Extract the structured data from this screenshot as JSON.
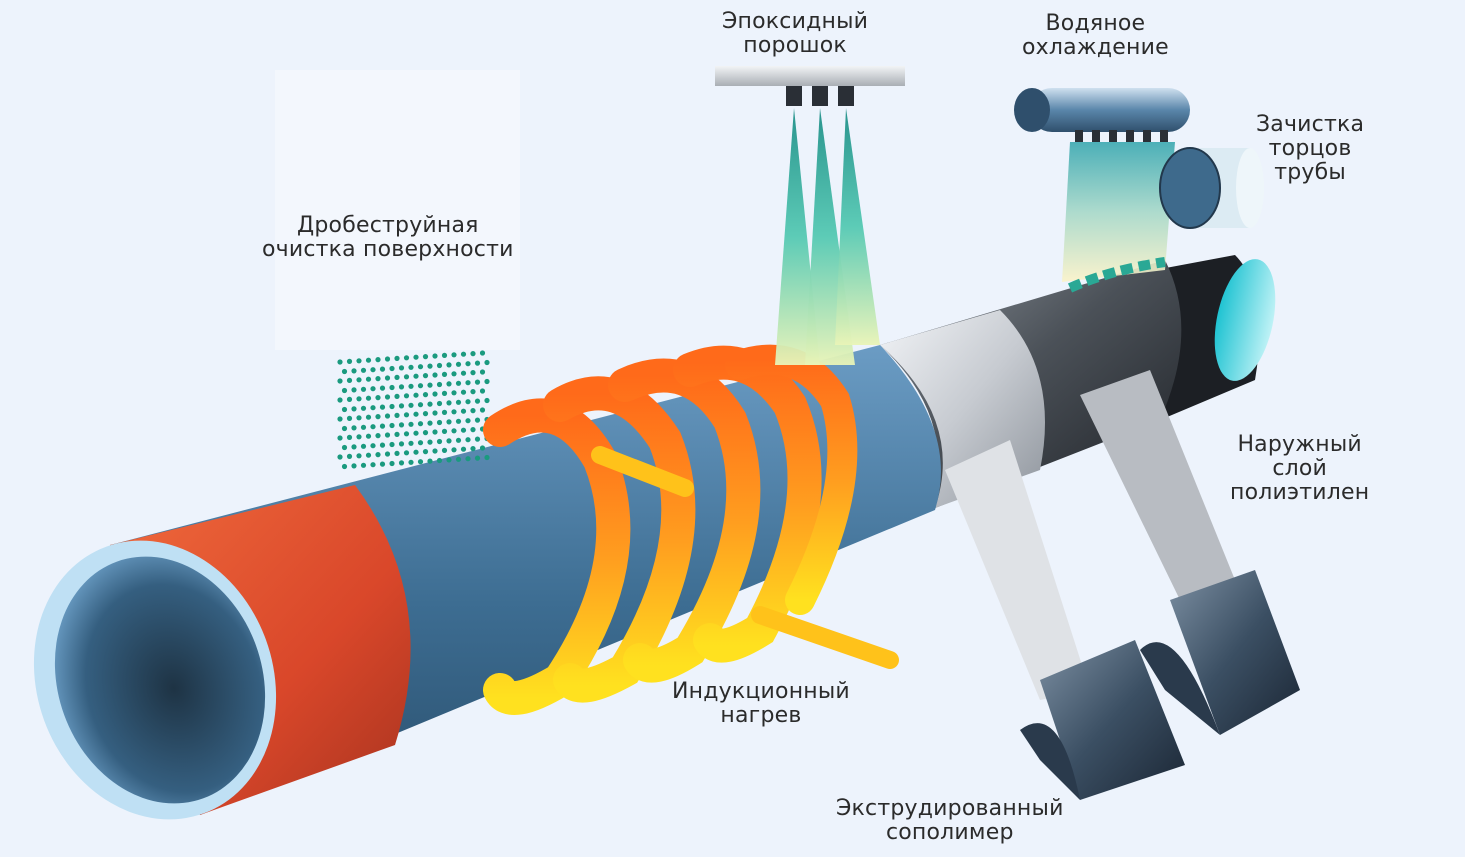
{
  "labels": {
    "shot_blasting": [
      "Дробеструйная",
      "очистка поверхности"
    ],
    "epoxy_powder": [
      "Эпоксидный",
      "порошок"
    ],
    "water_cooling": [
      "Водяное",
      "охлаждение"
    ],
    "end_cleaning": [
      "Зачистка",
      "торцов",
      "трубы"
    ],
    "outer_layer": [
      "Наружный",
      "слой",
      "полиэтилен"
    ],
    "induction_heating": [
      "Индукционный",
      "нагрев"
    ],
    "extruded_copolymer": [
      "Экструдированный",
      "сополимер"
    ]
  },
  "colors": {
    "background": "#edf3fc",
    "steel_blue": "#3e6f92",
    "rust_orange": "#e0502a",
    "coil_orange": "#ff8a1c",
    "coil_yellow": "#ffd21e",
    "spray_teal": "#2fb7a5",
    "polyethylene_black": "#1c1f24",
    "copolymer_grey": "#c9ccd1",
    "text": "#2b2b2b"
  },
  "icons": [
    "pipe",
    "blasting-dots",
    "induction-coil",
    "spray-nozzle",
    "cooling-manifold",
    "end-cleaning-brush",
    "extruder-die"
  ]
}
